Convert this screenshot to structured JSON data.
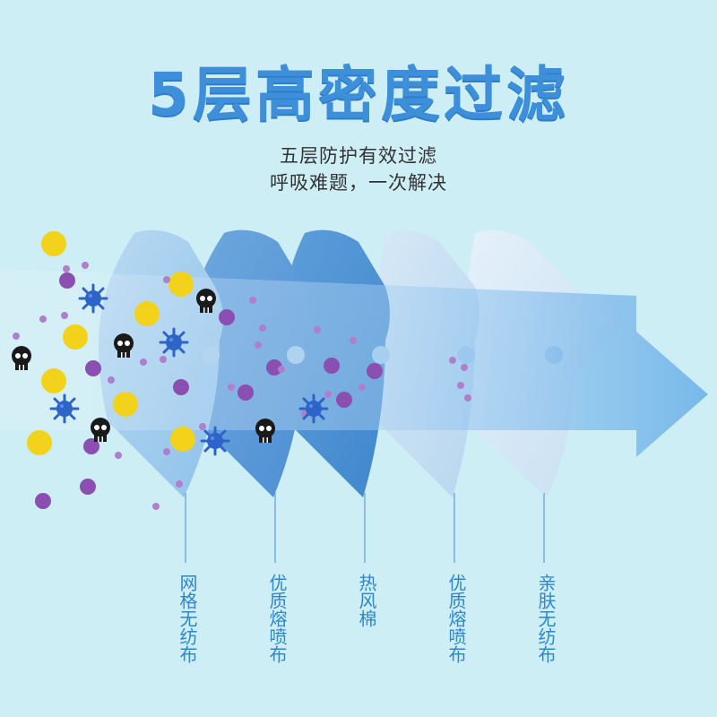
{
  "header": {
    "title": "5层高密度过滤",
    "subtitle_line1": "五层防护有效过滤",
    "subtitle_line2": "呼吸难题，一次解决"
  },
  "layers": [
    {
      "label": "网格无纺布"
    },
    {
      "label": "优质熔喷布"
    },
    {
      "label": "热风棉"
    },
    {
      "label": "优质熔喷布"
    },
    {
      "label": "亲肤无纺布"
    }
  ],
  "colors": {
    "background": "#cdeef4",
    "title": "#3d8fd9",
    "label": "#2f86c9",
    "particle_yellow": "#f2d21a",
    "particle_purple": "#8a4fb0",
    "germ_blue": "#2e63c8",
    "skull": "#1a1a1a"
  },
  "icons": [
    "skull-icon",
    "virus-icon",
    "dust-particle",
    "arrow-icon"
  ]
}
